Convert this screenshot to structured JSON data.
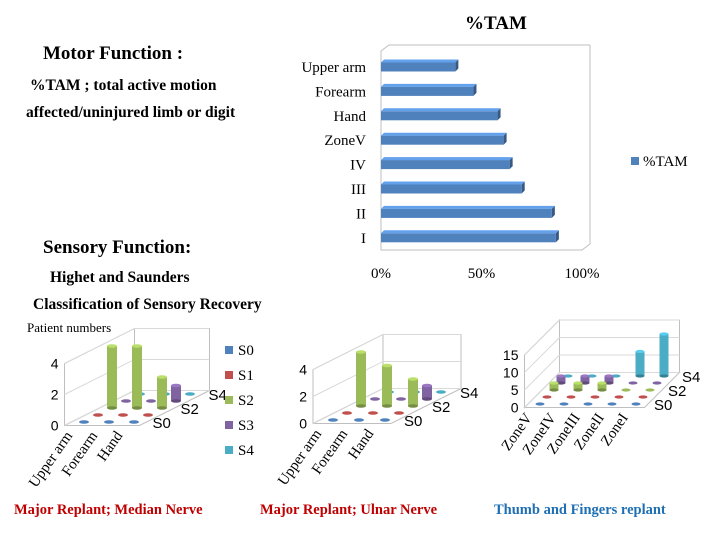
{
  "left_panel": {
    "motor_heading": "Motor Function :",
    "motor_line1": "%TAM ; total active motion",
    "motor_line2": "affected/uninjured limb or digit",
    "sensory_heading": "Sensory Function:",
    "sensory_line1": "Highet and Saunders",
    "sensory_line2": "Classification of Sensory Recovery",
    "patient_numbers": "Patient numbers"
  },
  "captions": {
    "median": "Major Replant; Median Nerve",
    "ulnar": "Major Replant; Ulnar Nerve",
    "thumb": "Thumb and Fingers replant"
  },
  "colors": {
    "bar_blue": "#4f81bd",
    "s0": "#4f81bd",
    "s1": "#c0504d",
    "s2": "#9bbb59",
    "s3": "#8064a2",
    "s4": "#4bacc6",
    "caption_red": "#c00000",
    "caption_blue": "#1f6fb4"
  },
  "chart_data": [
    {
      "type": "bar",
      "orientation": "horizontal",
      "title": "%TAM",
      "categories": [
        "Upper arm",
        "Forearm",
        "Hand",
        "ZoneV",
        "IV",
        "III",
        "II",
        "I"
      ],
      "series": [
        {
          "name": "%TAM",
          "values": [
            37,
            46,
            58,
            61,
            64,
            70,
            85,
            87
          ]
        }
      ],
      "xlim": [
        0,
        100
      ],
      "x_ticks": [
        "0%",
        "50%",
        "100%"
      ],
      "legend": "right",
      "grid": false
    },
    {
      "type": "bar",
      "subtype": "3d-column",
      "caption": "Major Replant; Median Nerve",
      "categories": [
        "Upper arm",
        "Forearm",
        "Hand"
      ],
      "depth_labels": [
        "S0",
        "S2",
        "S4"
      ],
      "y_ticks": [
        "0",
        "2",
        "4"
      ],
      "ylim": [
        0,
        4
      ],
      "series": [
        {
          "name": "S0",
          "values": [
            0,
            0,
            0
          ]
        },
        {
          "name": "S1",
          "values": [
            0,
            0,
            0
          ]
        },
        {
          "name": "S2",
          "values": [
            4,
            4,
            2
          ]
        },
        {
          "name": "S3",
          "values": [
            0,
            0,
            1
          ]
        },
        {
          "name": "S4",
          "values": [
            0,
            0,
            0
          ]
        }
      ],
      "legend": "right"
    },
    {
      "type": "bar",
      "subtype": "3d-column",
      "caption": "Major Replant; Ulnar Nerve",
      "categories": [
        "Upper arm",
        "Forearm",
        "Hand"
      ],
      "depth_labels": [
        "S0",
        "S2",
        "S4"
      ],
      "y_ticks": [
        "0",
        "2",
        "4"
      ],
      "ylim": [
        0,
        4
      ],
      "series": [
        {
          "name": "S0",
          "values": [
            0,
            0,
            0
          ]
        },
        {
          "name": "S1",
          "values": [
            0,
            0,
            0
          ]
        },
        {
          "name": "S2",
          "values": [
            4,
            3,
            2
          ]
        },
        {
          "name": "S3",
          "values": [
            0,
            0,
            1
          ]
        },
        {
          "name": "S4",
          "values": [
            0,
            0,
            0
          ]
        }
      ]
    },
    {
      "type": "bar",
      "subtype": "3d-column",
      "caption": "Thumb and Fingers replant",
      "categories": [
        "ZoneV",
        "ZoneIV",
        "ZoneIII",
        "ZoneII",
        "ZoneI"
      ],
      "depth_labels": [
        "S0",
        "S2",
        "S4"
      ],
      "y_ticks": [
        "0",
        "5",
        "10",
        "15"
      ],
      "ylim": [
        0,
        15
      ],
      "series": [
        {
          "name": "S0",
          "values": [
            0,
            0,
            0,
            0,
            0
          ]
        },
        {
          "name": "S1",
          "values": [
            0,
            0,
            0,
            0,
            0
          ]
        },
        {
          "name": "S2",
          "values": [
            2,
            2,
            2,
            0,
            0
          ]
        },
        {
          "name": "S3",
          "values": [
            2,
            2,
            2,
            0,
            0
          ]
        },
        {
          "name": "S4",
          "values": [
            0,
            0,
            0,
            7,
            12
          ]
        }
      ]
    }
  ]
}
